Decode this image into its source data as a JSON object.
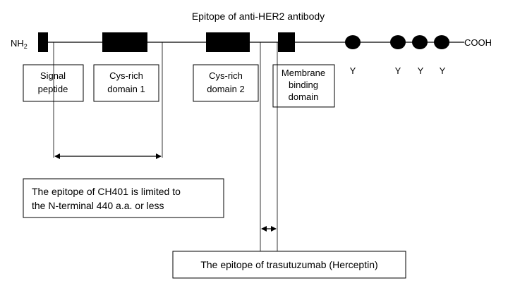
{
  "title": "Epitope of anti-HER2 antibody",
  "termini": {
    "n": "NH",
    "n_sub": "2",
    "c": "COOH"
  },
  "domains": {
    "signal_peptide": [
      "Signal",
      "peptide"
    ],
    "cys_rich_1": [
      "Cys-rich",
      "domain 1"
    ],
    "cys_rich_2": [
      "Cys-rich",
      "domain 2"
    ],
    "membrane": [
      "Membrane",
      "binding",
      "domain"
    ]
  },
  "phospho_label": "Y",
  "ch401_note": [
    "The epitope of CH401 is limited to",
    "the N-terminal 440 a.a. or less"
  ],
  "trastuzumab_note": "The epitope of trasutuzumab (Herceptin)"
}
